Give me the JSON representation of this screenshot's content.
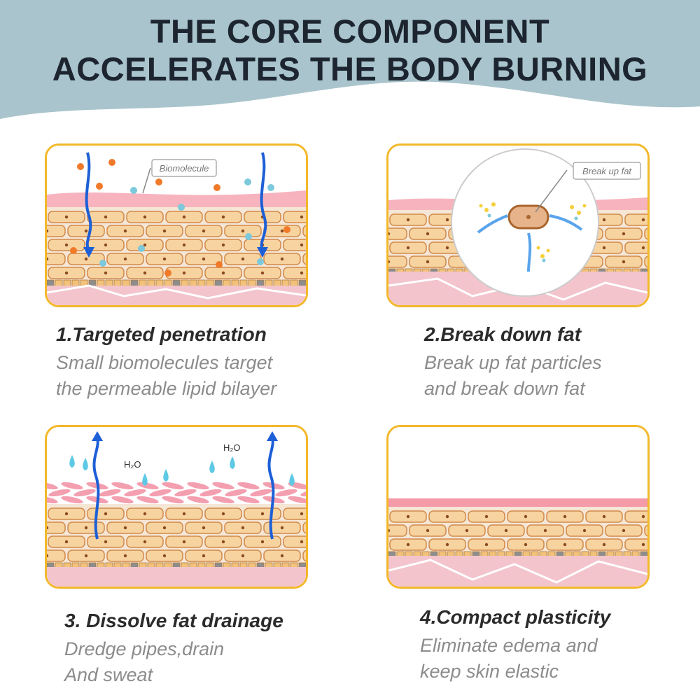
{
  "header": {
    "title_line1": "THE CORE COMPONENT",
    "title_line2": "ACCELERATES THE BODY BURNING",
    "bg_color": "#a9c4cc"
  },
  "panels": [
    {
      "callout": "Biomolecule",
      "caption_title": "1.Targeted penetration",
      "caption_line1": "Small biomolecules target",
      "caption_line2": "the permeable lipid bilayer"
    },
    {
      "callout": "Break up fat",
      "caption_title": "2.Break down fat",
      "caption_line1": "Break up fat particles",
      "caption_line2": "and break down fat"
    },
    {
      "label_a": "H₂O",
      "label_b": "H₂O",
      "caption_title": "3. Dissolve fat drainage",
      "caption_line1": "Dredge pipes,drain",
      "caption_line2": "And sweat"
    },
    {
      "caption_title": "4.Compact plasticity",
      "caption_line1": "Eliminate edema and",
      "caption_line2": "keep skin elastic"
    }
  ],
  "colors": {
    "frame": "#f3b82a",
    "skin_top": "#f5a3b0",
    "fat_cell": "#f7d3a0",
    "fat_cell_outline": "#d08a4a",
    "arrow": "#1d5fd6",
    "orange_dot": "#f07a2a",
    "blue_dot": "#7cc9dc"
  },
  "icons": [
    "down-arrow-icon",
    "up-arrow-icon",
    "water-drop-icon",
    "magnifier-circle-icon"
  ]
}
